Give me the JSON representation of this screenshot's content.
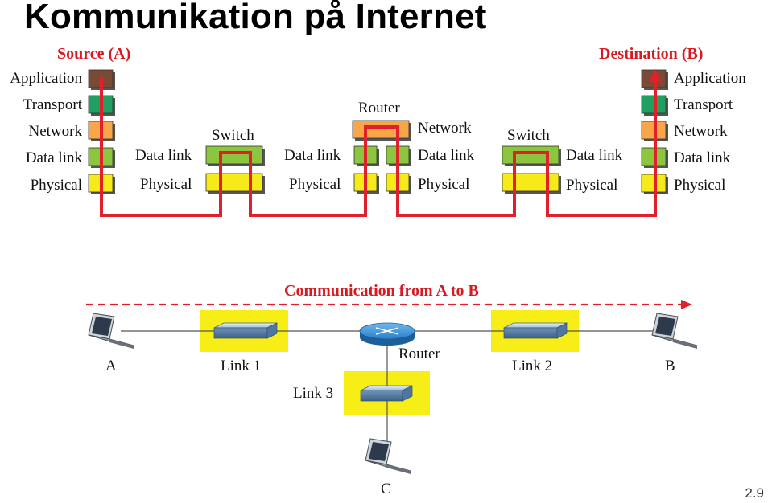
{
  "title": "Kommunikation på Internet",
  "slide_number": "2.9",
  "stack": {
    "source_label": "Source (A)",
    "destination_label": "Destination (B)",
    "layers": [
      "Application",
      "Transport",
      "Network",
      "Data link",
      "Physical"
    ],
    "switch_label": "Switch",
    "router_label": "Router",
    "data_link": "Data link",
    "physical": "Physical",
    "network": "Network"
  },
  "topology": {
    "caption": "Communication from A to B",
    "host_a": "A",
    "host_b": "B",
    "host_c": "C",
    "link1": "Link 1",
    "link2": "Link 2",
    "link3": "Link 3",
    "router": "Router"
  },
  "colors": {
    "application": "#7a4a34",
    "transport": "#1fa060",
    "network": "#f7a64a",
    "data_link": "#8cc63f",
    "physical": "#f6ea1a",
    "path": "#e0202a",
    "link_highlight": "#f6ee16"
  }
}
